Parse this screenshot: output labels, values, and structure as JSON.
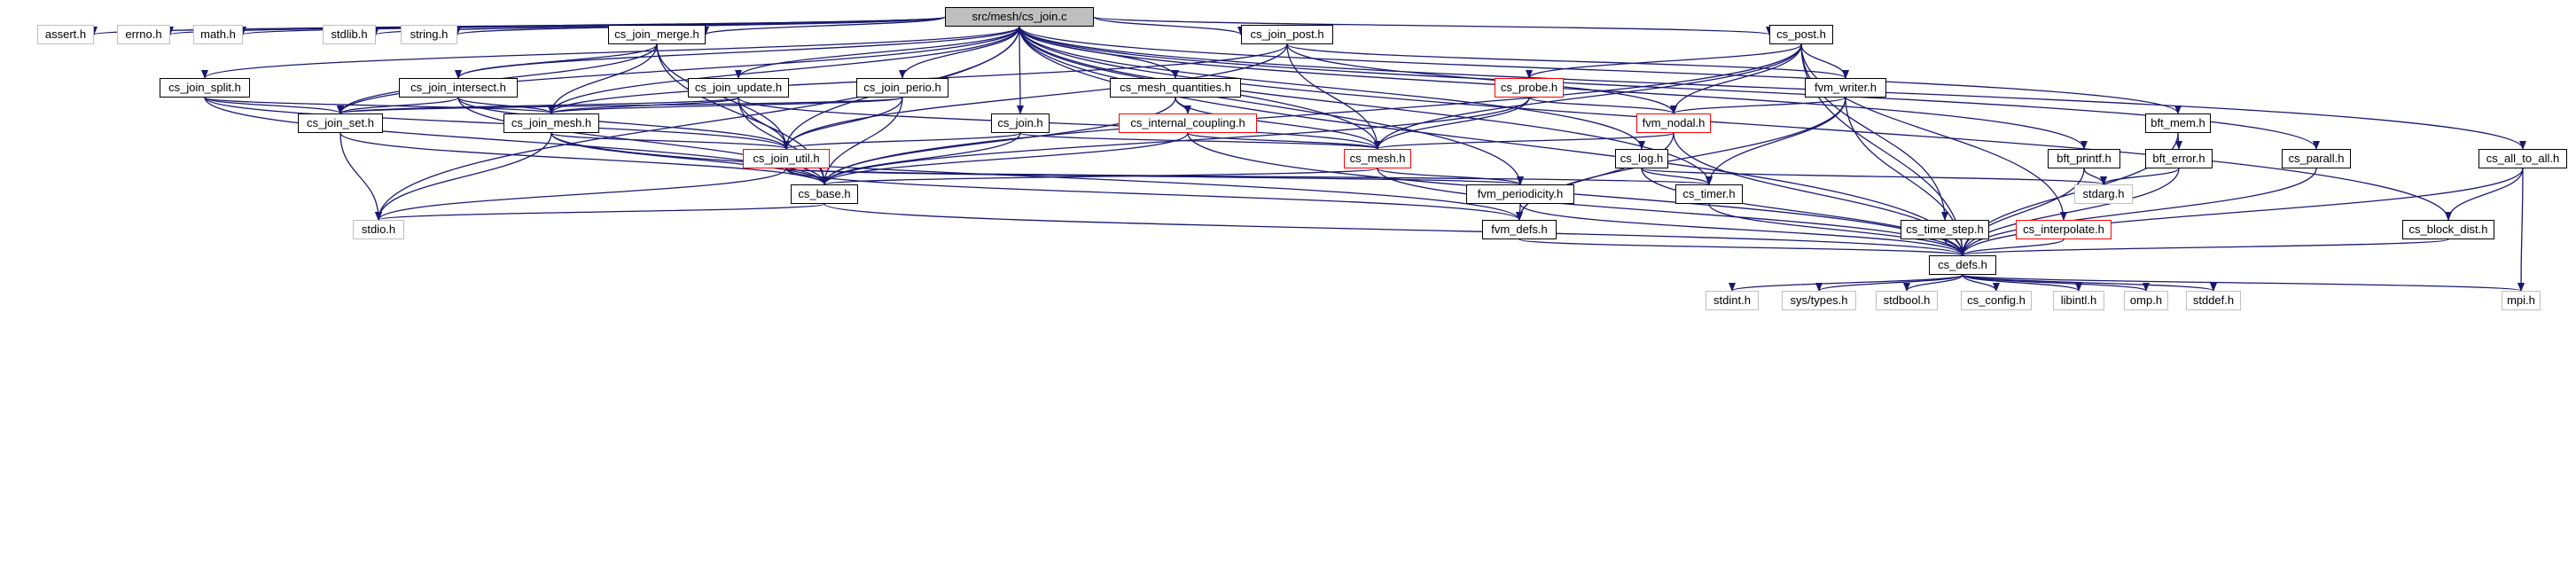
{
  "graph": {
    "title": "src/mesh/cs_join.c",
    "colors": {
      "edge": "#191970",
      "node_border": "#000000",
      "external_border": "#bfbfbf",
      "incomplete_border": "#ff0000",
      "root_fill": "#bfbfbf"
    },
    "nodes": {
      "cs_join_c": "src/mesh/cs_join.c",
      "assert_h": "assert.h",
      "errno_h": "errno.h",
      "math_h": "math.h",
      "stdlib_h": "stdlib.h",
      "string_h": "string.h",
      "cs_join_merge_h": "cs_join_merge.h",
      "cs_join_post_h": "cs_join_post.h",
      "cs_post_h": "cs_post.h",
      "bft_mem_h": "bft_mem.h",
      "cs_parall_h": "cs_parall.h",
      "cs_all_to_all_h": "cs_all_to_all.h",
      "cs_join_split_h": "cs_join_split.h",
      "cs_join_intersect_h": "cs_join_intersect.h",
      "cs_join_update_h": "cs_join_update.h",
      "cs_join_perio_h": "cs_join_perio.h",
      "cs_mesh_quantities_h": "cs_mesh_quantities.h",
      "cs_probe_h": "cs_probe.h",
      "fvm_writer_h": "fvm_writer.h",
      "cs_join_set_h": "cs_join_set.h",
      "cs_join_mesh_h": "cs_join_mesh.h",
      "cs_join_h": "cs_join.h",
      "cs_internal_coupling_h": "cs_internal_coupling.h",
      "fvm_nodal_h": "fvm_nodal.h",
      "bft_error_h": "bft_error.h",
      "cs_join_util_h": "cs_join_util.h",
      "cs_mesh_h": "cs_mesh.h",
      "cs_log_h": "cs_log.h",
      "bft_printf_h": "bft_printf.h",
      "cs_base_h": "cs_base.h",
      "fvm_periodicity_h": "fvm_periodicity.h",
      "cs_timer_h": "cs_timer.h",
      "stdarg_h": "stdarg.h",
      "stdio_h": "stdio.h",
      "fvm_defs_h": "fvm_defs.h",
      "cs_time_step_h": "cs_time_step.h",
      "cs_interpolate_h": "cs_interpolate.h",
      "cs_block_dist_h": "cs_block_dist.h",
      "cs_defs_h": "cs_defs.h",
      "stdint_h": "stdint.h",
      "sys_types_h": "sys/types.h",
      "stdbool_h": "stdbool.h",
      "cs_config_h": "cs_config.h",
      "libintl_h": "libintl.h",
      "omp_h": "omp.h",
      "stddef_h": "stddef.h",
      "mpi_h": "mpi.h"
    },
    "edges": [
      [
        "cs_join_c",
        "assert_h"
      ],
      [
        "cs_join_c",
        "errno_h"
      ],
      [
        "cs_join_c",
        "math_h"
      ],
      [
        "cs_join_c",
        "stdlib_h"
      ],
      [
        "cs_join_c",
        "string_h"
      ],
      [
        "cs_join_c",
        "cs_join_merge_h"
      ],
      [
        "cs_join_c",
        "cs_join_post_h"
      ],
      [
        "cs_join_c",
        "cs_post_h"
      ],
      [
        "cs_join_c",
        "bft_mem_h"
      ],
      [
        "cs_join_c",
        "cs_parall_h"
      ],
      [
        "cs_join_c",
        "cs_all_to_all_h"
      ],
      [
        "cs_join_c",
        "cs_join_split_h"
      ],
      [
        "cs_join_c",
        "cs_join_intersect_h"
      ],
      [
        "cs_join_c",
        "cs_join_update_h"
      ],
      [
        "cs_join_c",
        "cs_join_perio_h"
      ],
      [
        "cs_join_c",
        "cs_mesh_quantities_h"
      ],
      [
        "cs_join_c",
        "cs_join_set_h"
      ],
      [
        "cs_join_c",
        "cs_join_mesh_h"
      ],
      [
        "cs_join_c",
        "cs_join_h"
      ],
      [
        "cs_join_c",
        "cs_join_util_h"
      ],
      [
        "cs_join_c",
        "cs_log_h"
      ],
      [
        "cs_join_c",
        "bft_printf_h"
      ],
      [
        "cs_join_c",
        "stdio_h"
      ],
      [
        "cs_join_c",
        "cs_timer_h"
      ],
      [
        "cs_join_c",
        "cs_block_dist_h"
      ],
      [
        "cs_join_c",
        "cs_defs_h"
      ],
      [
        "cs_join_c",
        "cs_mesh_h"
      ],
      [
        "cs_join_c",
        "fvm_periodicity_h"
      ],
      [
        "cs_join_merge_h",
        "cs_join_intersect_h"
      ],
      [
        "cs_join_merge_h",
        "cs_join_mesh_h"
      ],
      [
        "cs_join_merge_h",
        "cs_join_util_h"
      ],
      [
        "cs_join_merge_h",
        "cs_join_set_h"
      ],
      [
        "cs_join_merge_h",
        "cs_base_h"
      ],
      [
        "cs_join_post_h",
        "cs_join_mesh_h"
      ],
      [
        "cs_join_post_h",
        "cs_join_util_h"
      ],
      [
        "cs_join_post_h",
        "fvm_nodal_h"
      ],
      [
        "cs_join_post_h",
        "fvm_writer_h"
      ],
      [
        "cs_join_post_h",
        "cs_mesh_h"
      ],
      [
        "cs_post_h",
        "cs_probe_h"
      ],
      [
        "cs_post_h",
        "fvm_writer_h"
      ],
      [
        "cs_post_h",
        "fvm_nodal_h"
      ],
      [
        "cs_post_h",
        "cs_mesh_h"
      ],
      [
        "cs_post_h",
        "cs_time_step_h"
      ],
      [
        "cs_post_h",
        "cs_interpolate_h"
      ],
      [
        "cs_post_h",
        "cs_base_h"
      ],
      [
        "cs_post_h",
        "cs_defs_h"
      ],
      [
        "bft_mem_h",
        "bft_error_h"
      ],
      [
        "bft_mem_h",
        "cs_defs_h"
      ],
      [
        "cs_parall_h",
        "cs_defs_h"
      ],
      [
        "cs_all_to_all_h",
        "cs_block_dist_h"
      ],
      [
        "cs_all_to_all_h",
        "cs_defs_h"
      ],
      [
        "cs_all_to_all_h",
        "mpi_h"
      ],
      [
        "cs_join_split_h",
        "cs_join_set_h"
      ],
      [
        "cs_join_split_h",
        "cs_join_mesh_h"
      ],
      [
        "cs_join_split_h",
        "cs_join_util_h"
      ],
      [
        "cs_join_split_h",
        "cs_base_h"
      ],
      [
        "cs_join_intersect_h",
        "cs_join_set_h"
      ],
      [
        "cs_join_intersect_h",
        "cs_join_mesh_h"
      ],
      [
        "cs_join_intersect_h",
        "cs_join_util_h"
      ],
      [
        "cs_join_intersect_h",
        "cs_base_h"
      ],
      [
        "cs_join_update_h",
        "cs_join_set_h"
      ],
      [
        "cs_join_update_h",
        "cs_join_mesh_h"
      ],
      [
        "cs_join_update_h",
        "cs_join_util_h"
      ],
      [
        "cs_join_update_h",
        "cs_base_h"
      ],
      [
        "cs_join_update_h",
        "cs_mesh_h"
      ],
      [
        "cs_join_perio_h",
        "cs_join_set_h"
      ],
      [
        "cs_join_perio_h",
        "cs_join_mesh_h"
      ],
      [
        "cs_join_perio_h",
        "cs_join_util_h"
      ],
      [
        "cs_join_perio_h",
        "cs_base_h"
      ],
      [
        "cs_mesh_quantities_h",
        "cs_internal_coupling_h"
      ],
      [
        "cs_mesh_quantities_h",
        "cs_mesh_h"
      ],
      [
        "cs_mesh_quantities_h",
        "cs_base_h"
      ],
      [
        "cs_probe_h",
        "fvm_nodal_h"
      ],
      [
        "cs_probe_h",
        "cs_mesh_h"
      ],
      [
        "cs_probe_h",
        "cs_base_h"
      ],
      [
        "fvm_writer_h",
        "fvm_nodal_h"
      ],
      [
        "fvm_writer_h",
        "cs_timer_h"
      ],
      [
        "fvm_writer_h",
        "fvm_defs_h"
      ],
      [
        "fvm_writer_h",
        "cs_defs_h"
      ],
      [
        "cs_join_set_h",
        "cs_base_h"
      ],
      [
        "cs_join_set_h",
        "stdio_h"
      ],
      [
        "cs_join_mesh_h",
        "cs_join_util_h"
      ],
      [
        "cs_join_mesh_h",
        "cs_base_h"
      ],
      [
        "cs_join_mesh_h",
        "stdio_h"
      ],
      [
        "cs_join_mesh_h",
        "fvm_defs_h"
      ],
      [
        "cs_join_h",
        "cs_join_util_h"
      ],
      [
        "cs_join_h",
        "cs_mesh_h"
      ],
      [
        "cs_join_h",
        "cs_base_h"
      ],
      [
        "cs_internal_coupling_h",
        "cs_mesh_h"
      ],
      [
        "cs_internal_coupling_h",
        "cs_base_h"
      ],
      [
        "cs_internal_coupling_h",
        "cs_defs_h"
      ],
      [
        "fvm_nodal_h",
        "cs_mesh_h"
      ],
      [
        "fvm_nodal_h",
        "fvm_defs_h"
      ],
      [
        "fvm_nodal_h",
        "cs_defs_h"
      ],
      [
        "bft_error_h",
        "stdarg_h"
      ],
      [
        "bft_error_h",
        "cs_defs_h"
      ],
      [
        "cs_join_util_h",
        "cs_base_h"
      ],
      [
        "cs_join_util_h",
        "stdio_h"
      ],
      [
        "cs_join_util_h",
        "cs_timer_h"
      ],
      [
        "cs_join_util_h",
        "fvm_periodicity_h"
      ],
      [
        "cs_join_util_h",
        "fvm_defs_h"
      ],
      [
        "cs_mesh_h",
        "cs_base_h"
      ],
      [
        "cs_mesh_h",
        "fvm_periodicity_h"
      ],
      [
        "cs_mesh_h",
        "cs_defs_h"
      ],
      [
        "cs_log_h",
        "cs_timer_h"
      ],
      [
        "cs_log_h",
        "stdarg_h"
      ],
      [
        "cs_log_h",
        "cs_defs_h"
      ],
      [
        "bft_printf_h",
        "stdarg_h"
      ],
      [
        "bft_printf_h",
        "cs_defs_h"
      ],
      [
        "cs_base_h",
        "stdio_h"
      ],
      [
        "cs_base_h",
        "cs_defs_h"
      ],
      [
        "fvm_periodicity_h",
        "fvm_defs_h"
      ],
      [
        "fvm_periodicity_h",
        "cs_defs_h"
      ],
      [
        "cs_timer_h",
        "cs_defs_h"
      ],
      [
        "fvm_defs_h",
        "cs_defs_h"
      ],
      [
        "cs_time_step_h",
        "cs_defs_h"
      ],
      [
        "cs_interpolate_h",
        "cs_defs_h"
      ],
      [
        "cs_block_dist_h",
        "cs_defs_h"
      ],
      [
        "cs_defs_h",
        "stdint_h"
      ],
      [
        "cs_defs_h",
        "sys_types_h"
      ],
      [
        "cs_defs_h",
        "stdbool_h"
      ],
      [
        "cs_defs_h",
        "cs_config_h"
      ],
      [
        "cs_defs_h",
        "libintl_h"
      ],
      [
        "cs_defs_h",
        "omp_h"
      ],
      [
        "cs_defs_h",
        "stddef_h"
      ],
      [
        "cs_defs_h",
        "mpi_h"
      ]
    ]
  }
}
